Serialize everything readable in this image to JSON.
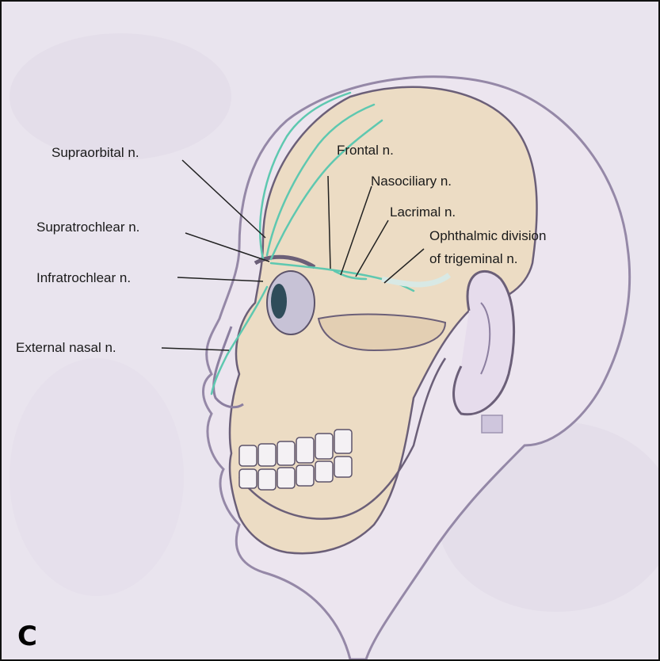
{
  "figure": {
    "panel_letter": "C",
    "labels": {
      "supraorbital": "Supraorbital n.",
      "frontal": "Frontal n.",
      "nasociliary": "Nasociliary n.",
      "lacrimal": "Lacrimal n.",
      "supratrochlear": "Supratrochlear n.",
      "ophthalmic_line1": "Ophthalmic division",
      "ophthalmic_line2": "of trigeminal n.",
      "infratrochlear": "Infratrochlear n.",
      "external_nasal": "External nasal n."
    },
    "colors": {
      "background": "#e9e4ee",
      "skull": "#ecdcc4",
      "nerve": "#5ec8b0",
      "outline": "#6b5f78"
    }
  }
}
